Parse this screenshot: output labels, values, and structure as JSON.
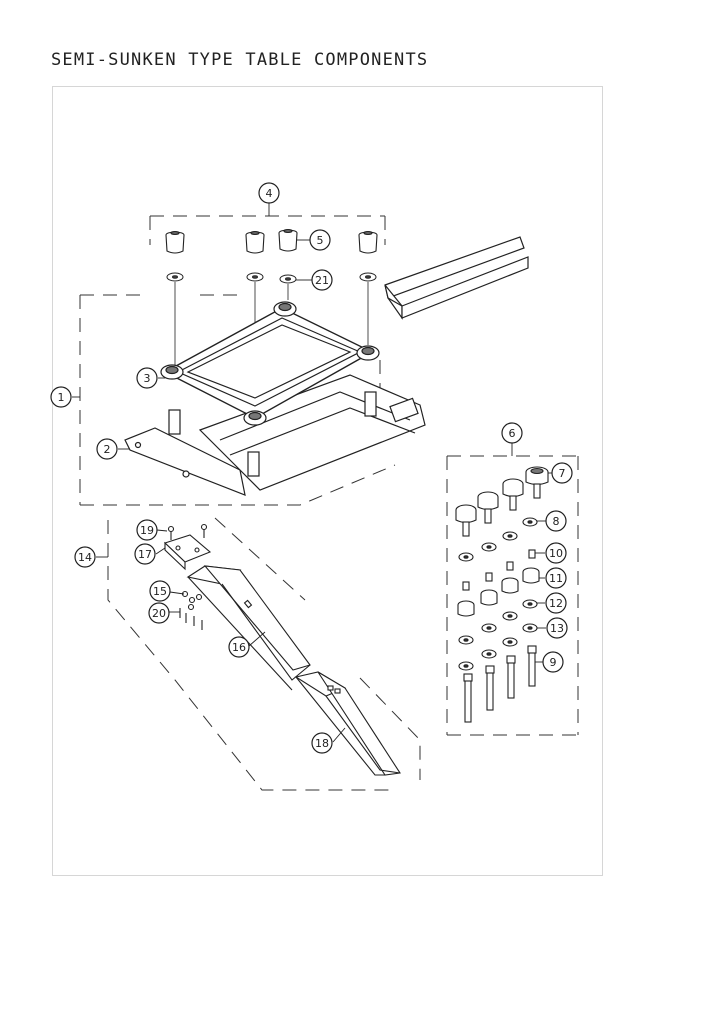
{
  "page": {
    "title": "SEMI-SUNKEN TYPE TABLE COMPONENTS"
  },
  "parts": [
    {
      "number": "1"
    },
    {
      "number": "2"
    },
    {
      "number": "3"
    },
    {
      "number": "4"
    },
    {
      "number": "5"
    },
    {
      "number": "6"
    },
    {
      "number": "7"
    },
    {
      "number": "8"
    },
    {
      "number": "9"
    },
    {
      "number": "10"
    },
    {
      "number": "11"
    },
    {
      "number": "12"
    },
    {
      "number": "13"
    },
    {
      "number": "14"
    },
    {
      "number": "15"
    },
    {
      "number": "16"
    },
    {
      "number": "17"
    },
    {
      "number": "18"
    },
    {
      "number": "19"
    },
    {
      "number": "20"
    },
    {
      "number": "21"
    }
  ],
  "colors": {
    "line": "#222222",
    "frame": "#d6d6d6",
    "background": "#ffffff"
  }
}
